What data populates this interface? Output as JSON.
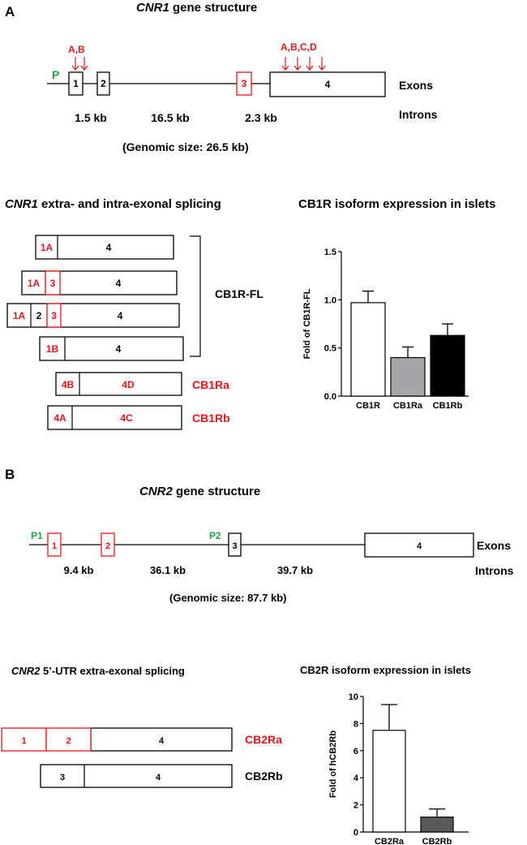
{
  "panel_a": {
    "letter": "A",
    "gene_title_gene": "CNR1",
    "gene_title_rest": " gene structure",
    "promoter": "P",
    "arrows_label_1": "A,B",
    "arrows_label_2": "A,B,C,D",
    "exons": [
      "1",
      "2",
      "3",
      "4"
    ],
    "exons_label": "Exons",
    "introns_label": "Introns",
    "introns": [
      "1.5 kb",
      "16.5 kb",
      "2.3 kb"
    ],
    "genomic_size": "(Genomic size: 26.5 kb)",
    "splicing_title_gene": "CNR1",
    "splicing_title_rest": " extra- and intra-exonal splicing",
    "isoforms": [
      {
        "segments": [
          "1A",
          "4"
        ]
      },
      {
        "segments": [
          "1A",
          "3",
          "4"
        ]
      },
      {
        "segments": [
          "1A",
          "2",
          "3",
          "4"
        ]
      },
      {
        "segments": [
          "1B",
          "4"
        ]
      },
      {
        "segments": [
          "4B",
          "4D"
        ]
      },
      {
        "segments": [
          "4A",
          "4C"
        ]
      }
    ],
    "group_label": "CB1R-FL",
    "cb1ra": "CB1Ra",
    "cb1rb": "CB1Rb"
  },
  "panel_b": {
    "letter": "B",
    "gene_title_gene": "CNR2",
    "gene_title_rest": " gene structure",
    "promoter_1": "P1",
    "promoter_2": "P2",
    "exons": [
      "1",
      "2",
      "3",
      "4"
    ],
    "exons_label": "Exons",
    "introns_label": "Introns",
    "introns": [
      "9.4 kb",
      "36.1 kb",
      "39.7 kb"
    ],
    "genomic_size": "(Genomic size: 87.7 kb)",
    "splicing_title_gene": "CNR2",
    "splicing_title_rest": " 5’-UTR extra-exonal splicing",
    "isoforms": [
      {
        "segments": [
          "1",
          "2",
          "4"
        ]
      },
      {
        "segments": [
          "3",
          "4"
        ]
      }
    ],
    "cb2ra": "CB2Ra",
    "cb2rb": "CB2Rb"
  },
  "colors": {
    "red": "#e8161b",
    "green": "#1fa34a",
    "cb1ra_bar": "#a6a6a8",
    "cb1rb_bar": "#000000",
    "cb2rb_bar": "#595959"
  },
  "chart_data": [
    {
      "type": "bar",
      "title": "CB1R isoform expression in islets",
      "categories": [
        "CB1R",
        "CB1Ra",
        "CB1Rb"
      ],
      "values": [
        0.97,
        0.4,
        0.63
      ],
      "errors": [
        0.12,
        0.11,
        0.12
      ],
      "ylabel": "Fold of CB1R-FL",
      "xlabel": "",
      "ylim": [
        0,
        1.5
      ],
      "yticks": [
        "0.0",
        "0.5",
        "1.0",
        "1.5"
      ],
      "bar_colors": [
        "#ffffff",
        "#a6a6a8",
        "#000000"
      ]
    },
    {
      "type": "bar",
      "title": "CB2R isoform expression in islets",
      "categories": [
        "CB2Ra",
        "CB2Rb"
      ],
      "values": [
        7.5,
        1.1
      ],
      "errors": [
        1.9,
        0.6
      ],
      "ylabel": "Fold of hCB2Rb",
      "xlabel": "",
      "ylim": [
        0,
        10
      ],
      "yticks": [
        "0",
        "2",
        "4",
        "6",
        "8",
        "10"
      ],
      "bar_colors": [
        "#ffffff",
        "#595959"
      ]
    }
  ]
}
